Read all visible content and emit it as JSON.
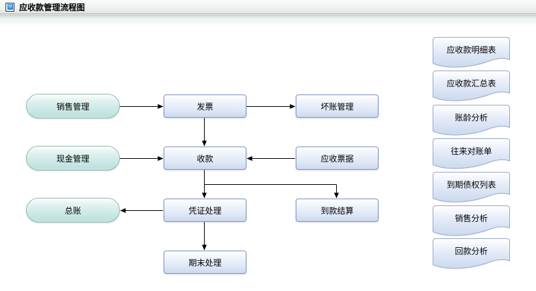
{
  "window": {
    "title": "应收款管理流程图",
    "icon": "window-panel-icon"
  },
  "flowchart": {
    "terminals": [
      {
        "id": "sales-management",
        "label": "销售管理"
      },
      {
        "id": "cash-management",
        "label": "现金管理"
      },
      {
        "id": "general-ledger",
        "label": "总账"
      }
    ],
    "processes": [
      {
        "id": "invoice",
        "label": "发票"
      },
      {
        "id": "receipt",
        "label": "收款"
      },
      {
        "id": "voucher-processing",
        "label": "凭证处理"
      },
      {
        "id": "period-end-processing",
        "label": "期末处理"
      },
      {
        "id": "bad-debt-management",
        "label": "坏账管理"
      },
      {
        "id": "notes-receivable",
        "label": "应收票据"
      },
      {
        "id": "payment-settlement",
        "label": "到款结算"
      }
    ],
    "reports": [
      {
        "id": "ar-detail-report",
        "label": "应收款明细表"
      },
      {
        "id": "ar-summary-report",
        "label": "应收款汇总表"
      },
      {
        "id": "aging-analysis",
        "label": "账龄分析"
      },
      {
        "id": "statement-of-account",
        "label": "往来对账单"
      },
      {
        "id": "due-debt-list",
        "label": "到期债权列表"
      },
      {
        "id": "sales-analysis",
        "label": "销售分析"
      },
      {
        "id": "collection-analysis",
        "label": "回款分析"
      }
    ],
    "connections": [
      {
        "from": "销售管理",
        "to": "发票"
      },
      {
        "from": "发票",
        "to": "坏账管理"
      },
      {
        "from": "发票",
        "to": "收款"
      },
      {
        "from": "现金管理",
        "to": "收款"
      },
      {
        "from": "应收票据",
        "to": "收款"
      },
      {
        "from": "收款",
        "to": "凭证处理"
      },
      {
        "from": "收款",
        "to": "到款结算"
      },
      {
        "from": "凭证处理",
        "to": "总账"
      },
      {
        "from": "凭证处理",
        "to": "期末处理"
      }
    ],
    "colors": {
      "terminal_fill": "#cdeae7",
      "terminal_border": "#93b5b2",
      "process_fill": "#d5e1f3",
      "process_border": "#8093be",
      "report_fill": "#d9e3f4",
      "report_border": "#98a7c7",
      "arrow": "#000000",
      "titlebar_bg": "#e6ece9"
    }
  }
}
